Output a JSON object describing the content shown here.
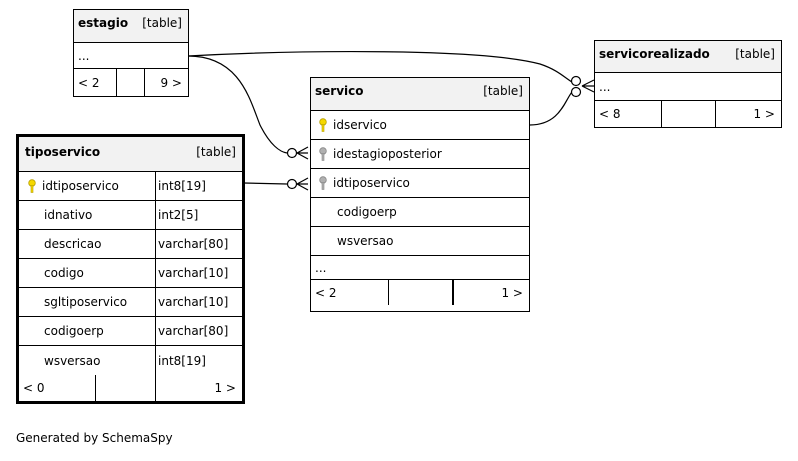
{
  "tables": {
    "estagio": {
      "name": "estagio",
      "kind": "[table]",
      "ellipsis": "...",
      "nav_left": "< 2",
      "nav_right": "9 >"
    },
    "servicorealizado": {
      "name": "servicorealizado",
      "kind": "[table]",
      "ellipsis": "...",
      "nav_left": "< 8",
      "nav_right": "1 >"
    },
    "servico": {
      "name": "servico",
      "kind": "[table]",
      "columns": [
        {
          "name": "idservico",
          "key": "primary"
        },
        {
          "name": "idestagioposterior",
          "key": "foreign"
        },
        {
          "name": "idtiposervico",
          "key": "foreign"
        },
        {
          "name": "codigoerp",
          "key": ""
        },
        {
          "name": "wsversao",
          "key": ""
        }
      ],
      "ellipsis": "...",
      "nav_left": "< 2",
      "nav_right": "1 >"
    },
    "tiposervico": {
      "name": "tiposervico",
      "kind": "[table]",
      "columns": [
        {
          "name": "idtiposervico",
          "type": "int8[19]",
          "key": "primary"
        },
        {
          "name": "idnativo",
          "type": "int2[5]",
          "key": ""
        },
        {
          "name": "descricao",
          "type": "varchar[80]",
          "key": ""
        },
        {
          "name": "codigo",
          "type": "varchar[10]",
          "key": ""
        },
        {
          "name": "sgltiposervico",
          "type": "varchar[10]",
          "key": ""
        },
        {
          "name": "codigoerp",
          "type": "varchar[80]",
          "key": ""
        },
        {
          "name": "wsversao",
          "type": "int8[19]",
          "key": ""
        }
      ],
      "nav_left": "< 0",
      "nav_right": "1 >"
    }
  },
  "colors": {
    "primary_key": "#f5d800",
    "foreign_key": "#b0b0b0",
    "header_bg": "#f2f2f2"
  },
  "footer": "Generated by SchemaSpy"
}
